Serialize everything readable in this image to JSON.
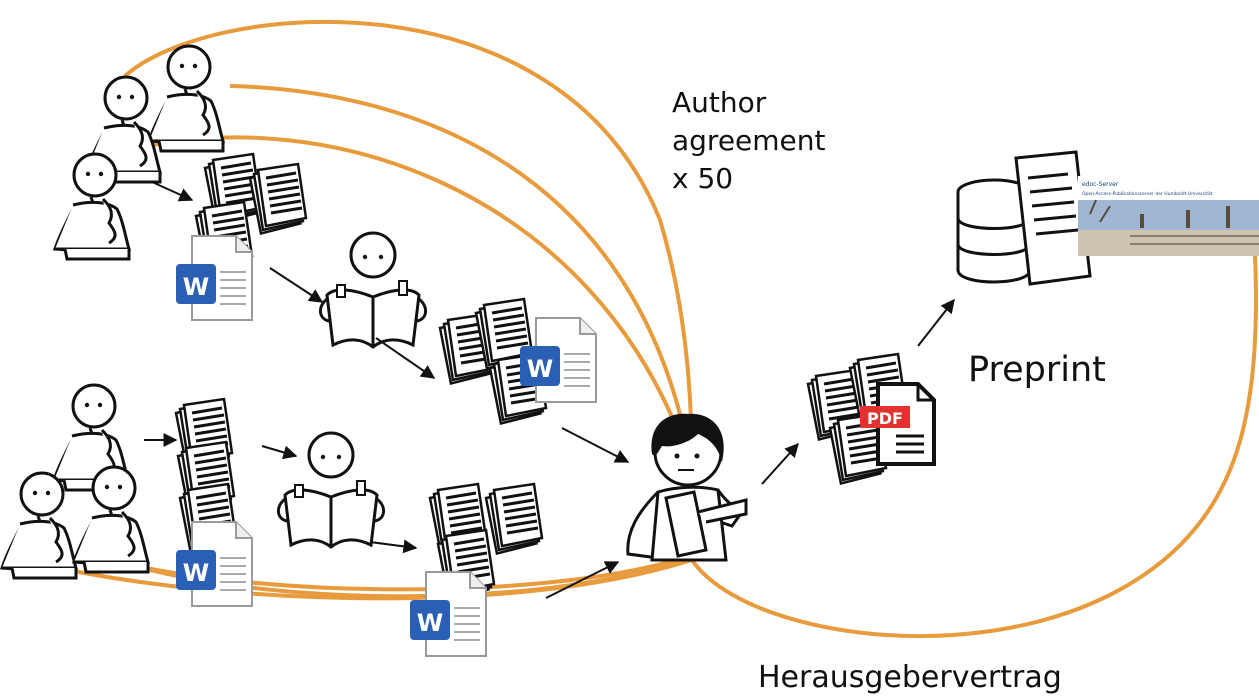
{
  "labels": {
    "agreement_line1": "Author",
    "agreement_line2": "agreement",
    "agreement_line3": "x 50",
    "preprint": "Preprint",
    "publisher_contract": "Herausgebervertrag"
  },
  "icons": {
    "word": "W",
    "pdf": "PDF"
  },
  "server_card": {
    "title": "edoc-Server",
    "subtitle": "Open-Access-Publikationsserver der Humboldt-Universität"
  },
  "colors": {
    "curve": "#e89b3c",
    "word_blue": "#2b5fb4",
    "pdf_red": "#e0322e"
  }
}
